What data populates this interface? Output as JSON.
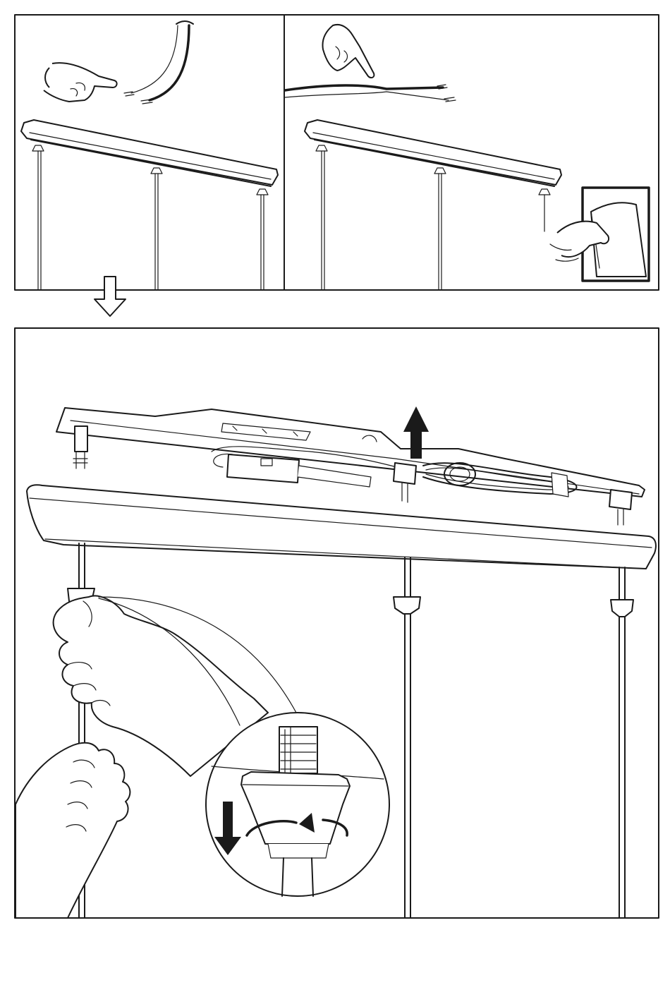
{
  "document": {
    "type": "assembly-instruction-step",
    "panels": [
      {
        "id": "panel-1",
        "content": "finger-point-ceiling-wire-and-lamp-bar"
      },
      {
        "id": "panel-2",
        "content": "finger-point-wire-and-lamp-bar-with-manual-icon"
      },
      {
        "id": "panel-3",
        "content": "lamp-canopy-raised-and-pendant-cord-stopper-unscrewed"
      }
    ],
    "icons": [
      "arrow-down-icon",
      "pointing-hand-icon",
      "manual-page-icon",
      "arrow-up-icon",
      "rotate-arrow-icon"
    ]
  }
}
